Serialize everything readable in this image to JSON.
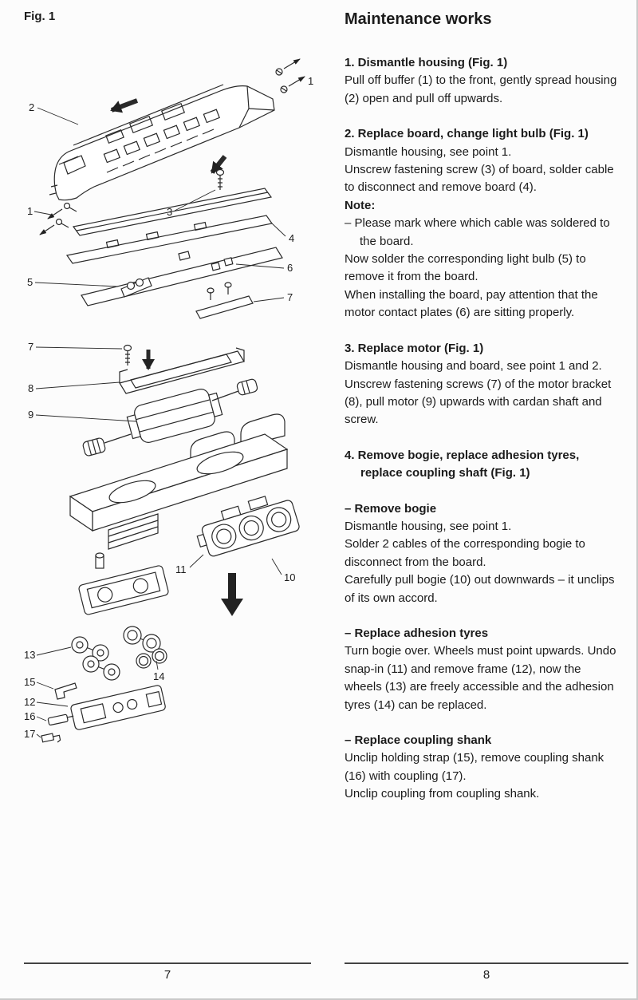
{
  "page": {
    "fig_label": "Fig. 1",
    "footer": {
      "left_page": "7",
      "right_page": "8"
    }
  },
  "diagram": {
    "description": "Exploded view of a model locomotive showing housing, board, motor, bogies, wheels and couplings",
    "callouts": [
      {
        "n": "1"
      },
      {
        "n": "2"
      },
      {
        "n": "1"
      },
      {
        "n": "3"
      },
      {
        "n": "4"
      },
      {
        "n": "5"
      },
      {
        "n": "6"
      },
      {
        "n": "7"
      },
      {
        "n": "7"
      },
      {
        "n": "8"
      },
      {
        "n": "9"
      },
      {
        "n": "11"
      },
      {
        "n": "10"
      },
      {
        "n": "13"
      },
      {
        "n": "14"
      },
      {
        "n": "15"
      },
      {
        "n": "12"
      },
      {
        "n": "16"
      },
      {
        "n": "17"
      }
    ]
  },
  "content": {
    "title": "Maintenance works",
    "blocks": [
      {
        "type": "h2",
        "text": "1. Dismantle housing (Fig. 1)"
      },
      {
        "type": "p",
        "text": "Pull off buffer (1) to the front, gently spread housing (2) open and pull off upwards."
      },
      {
        "type": "h2",
        "text": "2. Replace board, change light bulb (Fig. 1)"
      },
      {
        "type": "p",
        "text": "Dismantle housing, see point 1."
      },
      {
        "type": "p",
        "text": "Unscrew fastening screw (3) of board, solder cable to disconnect and remove board (4)."
      },
      {
        "type": "h3",
        "text": "Note:"
      },
      {
        "type": "li",
        "text": "–  Please mark where which cable was soldered to the board."
      },
      {
        "type": "p",
        "text": "Now solder the corresponding light bulb (5) to remove it from the board."
      },
      {
        "type": "p",
        "text": "When installing the board, pay attention that the motor contact plates (6) are sitting properly."
      },
      {
        "type": "h2",
        "text": "3. Replace motor (Fig. 1)"
      },
      {
        "type": "p",
        "text": "Dismantle housing and board, see point 1 and 2."
      },
      {
        "type": "p",
        "text": "Unscrew fastening screws (7) of the motor bracket (8), pull motor (9) upwards with cardan shaft and screw."
      },
      {
        "type": "h2",
        "text": "4. Remove bogie, replace adhesion tyres, replace coupling shaft (Fig. 1)"
      },
      {
        "type": "h3",
        "text": "–  Remove bogie"
      },
      {
        "type": "p",
        "text": "Dismantle housing, see point 1."
      },
      {
        "type": "p",
        "text": "Solder 2 cables of the corresponding bogie to disconnect from the board."
      },
      {
        "type": "p",
        "text": "Carefully pull bogie (10) out downwards – it unclips of its own accord."
      },
      {
        "type": "h3",
        "text": "–  Replace adhesion tyres"
      },
      {
        "type": "p",
        "text": "Turn bogie over. Wheels must point upwards. Undo snap-in (11) and remove frame (12), now the wheels (13) are freely accessible and the adhesion tyres (14) can be replaced."
      },
      {
        "type": "h3",
        "text": "–  Replace coupling shank"
      },
      {
        "type": "p",
        "text": "Unclip holding strap (15), remove coupling shank (16) with coupling (17)."
      },
      {
        "type": "p",
        "text": "Unclip coupling from coupling shank."
      }
    ]
  }
}
